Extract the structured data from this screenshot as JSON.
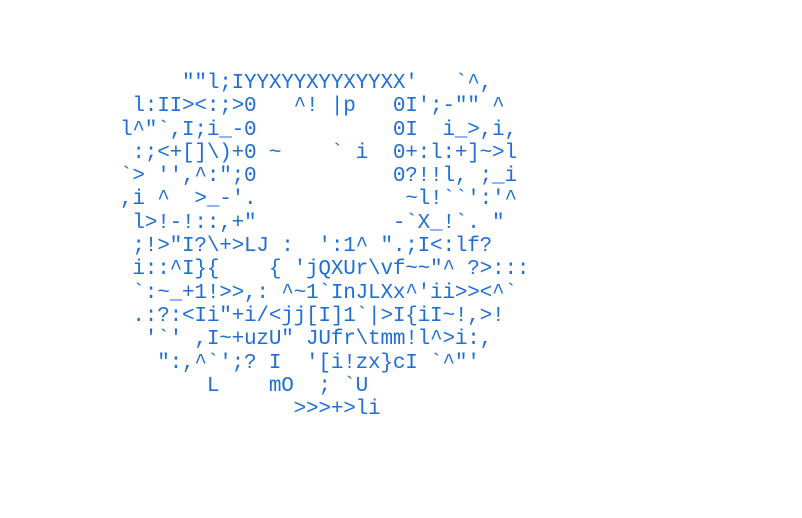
{
  "ascii_art": {
    "lines": [
      "     \"\"l;IYYXYYXYYXYYXX'   `^,",
      " l:II><:;>0   ^! |p   0I';-\"\" ^",
      "l^\"`,I;i_-0           0I  i_>,i,",
      " :;<+[]\\)+0 ~    ` i  0+:l:+]~>l",
      "`> '',^:\";0           0?!!l, ;_i",
      ",i ^  >_-'.            ~l!``':'^",
      " l>!-!::,+\"           -`X_!`. \"",
      " ;!>\"I?\\+>LJ :  ':1^ \".;I<:lf?",
      " i::^I}{    { 'jQXUr\\vf~~\"^ ?>:::",
      " `:~_+1!>>,: ^~1`InJLXx^'ii>><^`",
      " .:?:<Ii\"+i/<jj[I]1`|>I{iI~!,>!",
      "  '`' ,I~+uzU\" JUfr\\tmm!l^>i:,",
      "   \":,^`';? I  '[i!zx}cI `^\"'",
      "       L    mO  ; `U",
      "              >>>+>li"
    ]
  }
}
